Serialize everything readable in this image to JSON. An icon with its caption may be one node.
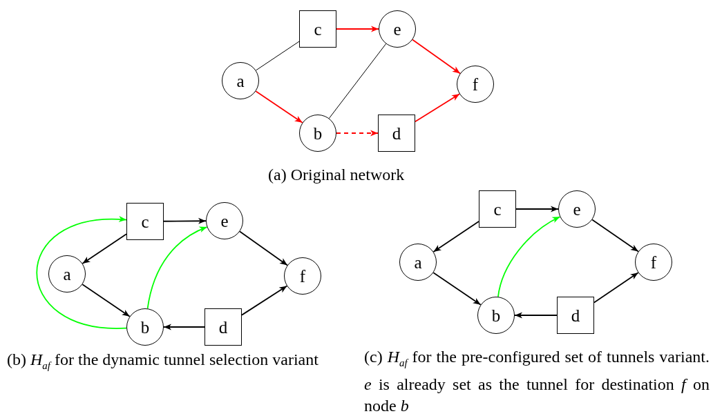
{
  "diagram": {
    "nodes": [
      {
        "text": [
          "c"
        ]
      },
      {
        "text": [
          "e"
        ]
      },
      {
        "text": [
          "a"
        ]
      },
      {
        "text": [
          "f"
        ]
      },
      {
        "text": [
          "b"
        ]
      },
      {
        "text": [
          "d"
        ]
      },
      {
        "text": [
          "c"
        ]
      },
      {
        "text": [
          "e"
        ]
      },
      {
        "text": [
          "a"
        ]
      },
      {
        "text": [
          "f"
        ]
      },
      {
        "text": [
          "b"
        ]
      },
      {
        "text": [
          "d"
        ]
      },
      {
        "text": [
          "c"
        ]
      },
      {
        "text": [
          "e"
        ]
      },
      {
        "text": [
          "a"
        ]
      },
      {
        "text": [
          "f"
        ]
      },
      {
        "text": [
          "b"
        ]
      },
      {
        "text": [
          "d"
        ]
      }
    ],
    "edges": [
      {
        "from": 2,
        "to": 0,
        "arrow": "none"
      },
      {
        "from": 0,
        "to": 1,
        "arrow": "to",
        "color": "#ff0000"
      },
      {
        "from": 1,
        "to": 3,
        "arrow": "to",
        "color": "#ff0000"
      },
      {
        "from": 2,
        "to": 4,
        "arrow": "to",
        "color": "#ff0000"
      },
      {
        "from": 4,
        "to": 1,
        "arrow": "none"
      },
      {
        "from": 4,
        "to": 5,
        "arrow": "to",
        "style": "dashed",
        "color": "#ff0000"
      },
      {
        "from": 5,
        "to": 3,
        "arrow": "to",
        "color": "#ff0000"
      },
      {
        "from": 6,
        "to": 7,
        "arrow": "to"
      },
      {
        "from": 6,
        "to": 8,
        "arrow": "to"
      },
      {
        "from": 8,
        "to": 10,
        "arrow": "to"
      },
      {
        "from": 7,
        "to": 9,
        "arrow": "to"
      },
      {
        "from": 11,
        "to": 10,
        "arrow": "to"
      },
      {
        "from": 11,
        "to": 9,
        "arrow": "to"
      },
      {
        "from": 10,
        "to": 6,
        "arrow": "to",
        "color": "#00ff00"
      },
      {
        "from": 10,
        "to": 7,
        "arrow": "to",
        "color": "#00ff00"
      },
      {
        "from": 12,
        "to": 13,
        "arrow": "to"
      },
      {
        "from": 12,
        "to": 14,
        "arrow": "to"
      },
      {
        "from": 14,
        "to": 16,
        "arrow": "to"
      },
      {
        "from": 13,
        "to": 15,
        "arrow": "to"
      },
      {
        "from": 17,
        "to": 16,
        "arrow": "to"
      },
      {
        "from": 17,
        "to": 15,
        "arrow": "to"
      },
      {
        "from": 16,
        "to": 13,
        "arrow": "to",
        "color": "#00ff00"
      }
    ],
    "labels": [
      "(a) Original network",
      "(b) *H*$_{af}$ for the dynamic tunnel selection variant",
      "(c) *H*$_{af}$ for the pre-configured set of tunnels variant. *e* is already set as the tunnel for destination *f* on node *b*"
    ]
  }
}
